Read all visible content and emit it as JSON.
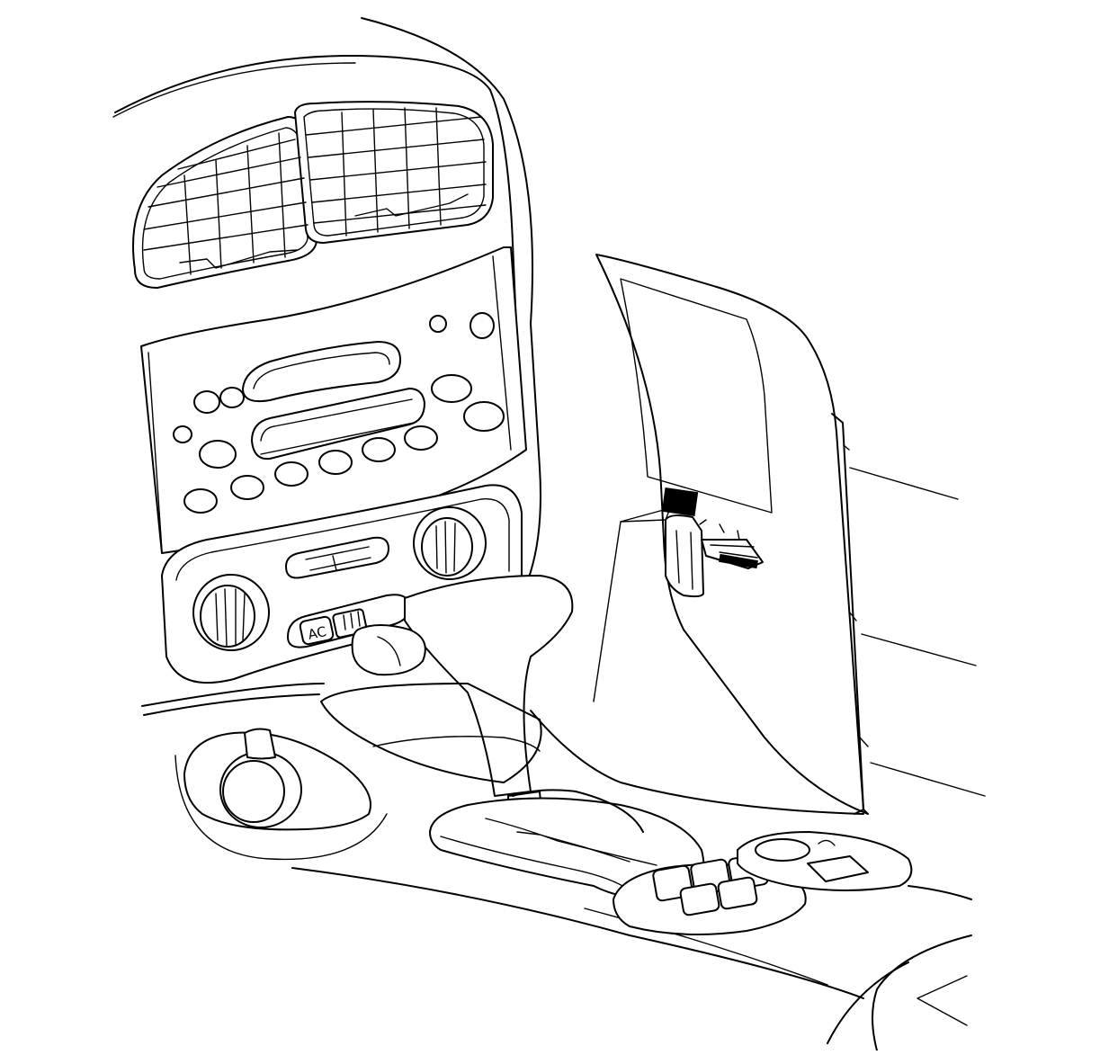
{
  "diagram": {
    "labels": {
      "ac_button": "AC"
    },
    "callout_lines": 4,
    "parts": [
      "dash-air-vents",
      "radio-head-unit",
      "climate-control-panel",
      "shift-lever",
      "console-side-trim-panel",
      "harness-connector",
      "cup-holder"
    ]
  }
}
